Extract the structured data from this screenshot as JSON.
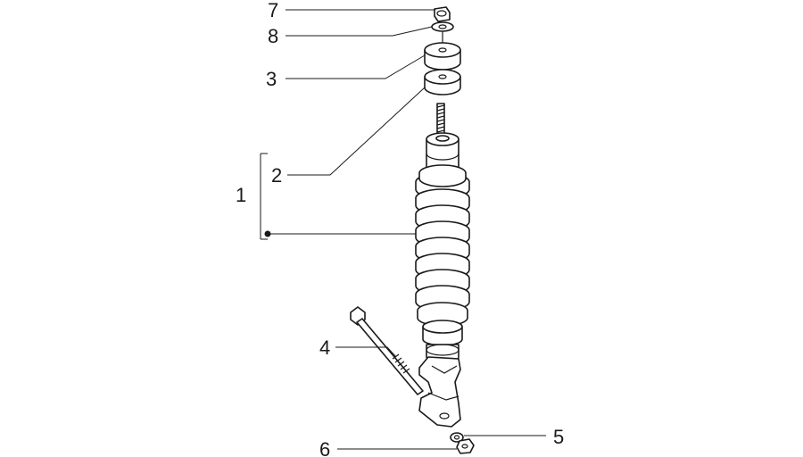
{
  "callouts": [
    {
      "id": "7",
      "label": "7"
    },
    {
      "id": "8",
      "label": "8"
    },
    {
      "id": "3",
      "label": "3"
    },
    {
      "id": "2",
      "label": "2"
    },
    {
      "id": "1",
      "label": "1"
    },
    {
      "id": "4",
      "label": "4"
    },
    {
      "id": "5",
      "label": "5"
    },
    {
      "id": "6",
      "label": "6"
    }
  ],
  "colors": {
    "line": "#1a1a1a",
    "background": "#ffffff"
  }
}
